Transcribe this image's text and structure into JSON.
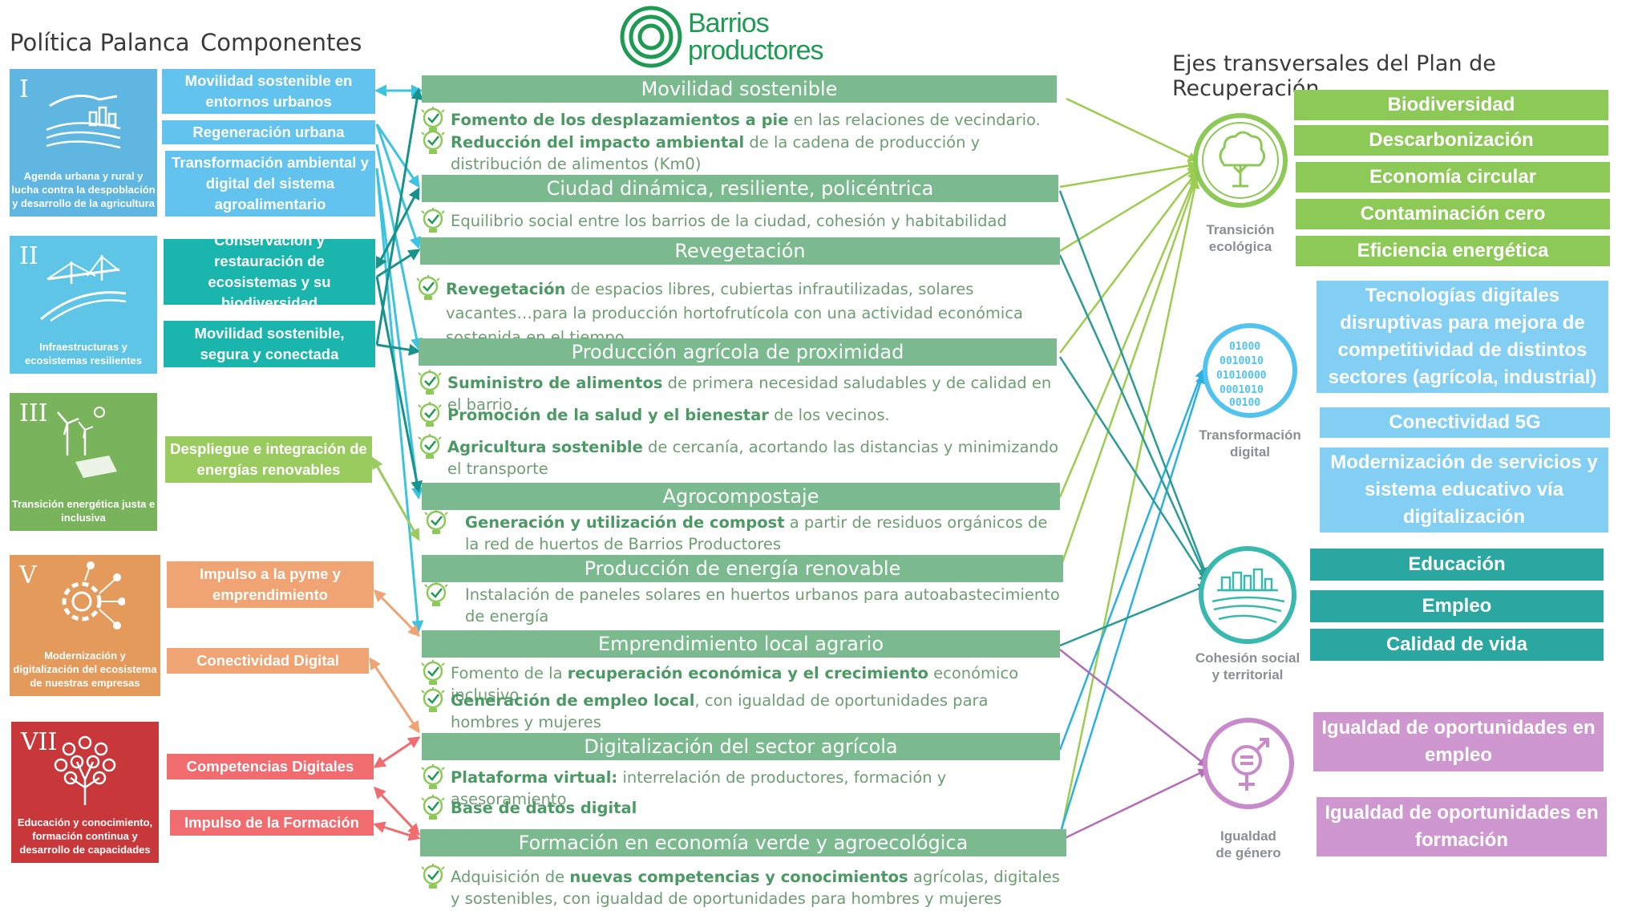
{
  "headers": {
    "politica": "Política Palanca",
    "componentes": "Componentes",
    "ejes": "Ejes transversales del Plan de Recuperación"
  },
  "brand": {
    "name_line1": "Barrios",
    "name_line2": "productores",
    "color": "#1e9b52"
  },
  "colors": {
    "bar_green": "#7aba8e",
    "light_blue": "#62c4ee",
    "teal": "#1ab5ad",
    "lime": "#9acb5f",
    "orange": "#f0a373",
    "red": "#f06c6f",
    "dark_teal": "#2aa7a0",
    "purple": "#cf97cf",
    "eco_green": "#8cc957",
    "sky_blue": "#82cff3"
  },
  "policies": [
    {
      "roman": "I",
      "text": "Agenda urbana y rural y lucha contra la despoblación y desarrollo de la agricultura",
      "color": "#5fb6e0",
      "icon": "landscape-icon"
    },
    {
      "roman": "II",
      "text": "Infraestructuras y ecosistemas resilientes",
      "color": "#5ec5e6",
      "icon": "bridge-icon"
    },
    {
      "roman": "III",
      "text": "Transición energética justa e inclusiva",
      "color": "#79b35b",
      "icon": "wind-solar-icon"
    },
    {
      "roman": "V",
      "text": "Modernización y digitalización del ecosistema de nuestras empresas",
      "color": "#e39a5b",
      "icon": "gear-network-icon"
    },
    {
      "roman": "VII",
      "text": "Educación y conocimiento, formación continua y desarrollo de capacidades",
      "color": "#c8383a",
      "icon": "knowledge-tree-icon"
    }
  ],
  "components": [
    {
      "label": "Movilidad sostenible en entornos urbanos",
      "color": "#62c4ee"
    },
    {
      "label": "Regeneración urbana",
      "color": "#62c4ee"
    },
    {
      "label": "Transformación ambiental y digital del sistema agroalimentario",
      "color": "#62c4ee"
    },
    {
      "label": "Conservación y restauración de ecosistemas y su biodiversidad",
      "color": "#1ab5ad"
    },
    {
      "label": "Movilidad sostenible, segura y conectada",
      "color": "#1ab5ad"
    },
    {
      "label": "Despliegue e integración de energías renovables",
      "color": "#9acb5f"
    },
    {
      "label": "Impulso a la pyme y emprendimiento",
      "color": "#f0a373"
    },
    {
      "label": "Conectividad Digital",
      "color": "#f0a373"
    },
    {
      "label": "Competencias Digitales",
      "color": "#f06c6f"
    },
    {
      "label": "Impulso de la Formación",
      "color": "#f06c6f"
    }
  ],
  "lines": [
    {
      "title": "Movilidad sostenible",
      "actions": [
        {
          "bold": "Fomento de los desplazamientos a pie",
          "rest": " en las relaciones de vecindario.",
          "bold_first": true
        },
        {
          "bold": "Reducción del impacto ambiental",
          "rest": " de la cadena de producción y distribución de alimentos (Km0)",
          "bold_first": true
        }
      ]
    },
    {
      "title": "Ciudad dinámica, resiliente, policéntrica",
      "actions": [
        {
          "bold": "",
          "rest": "Equilibrio social entre los barrios de la ciudad, cohesión y habitabilidad",
          "bold_first": true
        }
      ]
    },
    {
      "title": "Revegetación",
      "actions": [
        {
          "bold": "Revegetación",
          "rest": " de espacios libres, cubiertas infrautilizadas, solares vacantes…para la producción hortofrutícola con una actividad económica sostenida en el tiempo",
          "bold_first": true
        }
      ]
    },
    {
      "title": "Producción agrícola de proximidad",
      "actions": [
        {
          "bold": "Suministro de alimentos",
          "rest": " de primera necesidad saludables y de calidad en el barrio",
          "bold_first": true
        },
        {
          "bold": "Promoción de la salud y el bienestar",
          "rest": " de los vecinos.",
          "bold_first": true
        },
        {
          "bold": "Agricultura sostenible",
          "rest": " de cercanía, acortando las distancias y minimizando el transporte",
          "bold_first": true
        }
      ]
    },
    {
      "title": "Agrocompostaje",
      "actions": [
        {
          "bold": "Generación y utilización de compost",
          "rest": " a partir de residuos orgánicos de la red de huertos de Barrios Productores",
          "bold_first": true
        }
      ]
    },
    {
      "title": "Producción de energía renovable",
      "actions": [
        {
          "bold": "",
          "rest": "Instalación de paneles solares en huertos urbanos para autoabastecimiento de energía",
          "bold_first": true
        }
      ]
    },
    {
      "title": "Emprendimiento local agrario",
      "actions": [
        {
          "pre": "Fomento de la ",
          "bold": "recuperación económica y el crecimiento",
          "rest": " económico inclusivo",
          "bold_first": false
        },
        {
          "bold": "Generación de empleo local",
          "rest": ", con igualdad de oportunidades para hombres y mujeres",
          "bold_first": true
        }
      ]
    },
    {
      "title": "Digitalización del sector agrícola",
      "actions": [
        {
          "bold": "Plataforma virtual:",
          "rest": " interrelación de productores, formación y asesoramiento",
          "bold_first": true
        },
        {
          "bold": "Base de datos digital",
          "rest": "",
          "bold_first": true
        }
      ]
    },
    {
      "title": "Formación en economía verde y agroecológica",
      "actions": [
        {
          "pre": "Adquisición de ",
          "bold": "nuevas competencias y conocimientos",
          "rest": " agrícolas, digitales y sostenibles, con igualdad de oportunidades para hombres y mujeres",
          "bold_first": false
        }
      ]
    }
  ],
  "axes": [
    {
      "label_line1": "Transición",
      "label_line2": "ecológica",
      "icon": "tree-icon",
      "color": "#8cc957"
    },
    {
      "label_line1": "Transformación",
      "label_line2": "digital",
      "icon": "binary-globe-icon",
      "color": "#52c3ef"
    },
    {
      "label_line1": "Cohesión social",
      "label_line2": "y territorial",
      "icon": "village-icon",
      "color": "#39b9ae"
    },
    {
      "label_line1": "Igualdad",
      "label_line2": "de género",
      "icon": "gender-icon",
      "color": "#c98acb"
    }
  ],
  "tags": {
    "ecological": [
      "Biodiversidad",
      "Descarbonización",
      "Economía circular",
      "Contaminación cero",
      "Eficiencia energética"
    ],
    "digital": [
      "Tecnologías digitales disruptivas para mejora de competitividad de distintos sectores (agrícola, industrial)",
      "Conectividad 5G",
      "Modernización de servicios y sistema educativo vía digitalización"
    ],
    "social": [
      "Educación",
      "Empleo",
      "Calidad de vida"
    ],
    "gender": [
      "Igualdad de oportunidades en empleo",
      "Igualdad de oportunidades en formación"
    ]
  }
}
